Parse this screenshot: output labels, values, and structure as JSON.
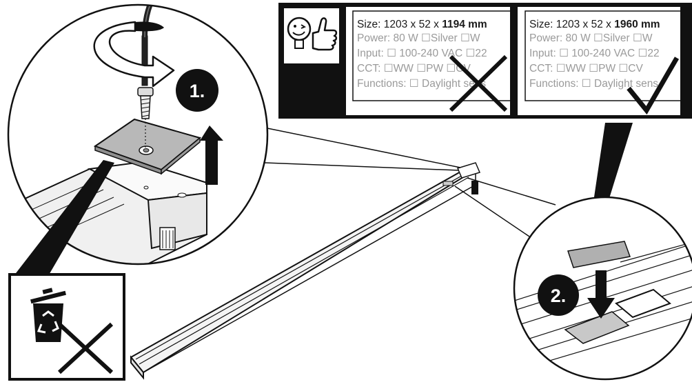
{
  "labels": {
    "wrong": {
      "size_prefix": "Size: 1203 x 52 x ",
      "size_bold": "1194 mm",
      "lines": [
        "Power: 80 W   ☐Silver  ☐W",
        "Input: ☐  100-240 VAC ☐22",
        "CCT: ☐WW   ☐PW  ☐CV",
        "Functions: ☐ Daylight sens"
      ]
    },
    "right": {
      "size_prefix": "Size: 1203 x 52 x ",
      "size_bold": "1960 mm",
      "lines": [
        "Power: 80 W   ☐Silver  ☐W",
        "Input: ☐  100-240 VAC ☐22",
        "CCT: ☐WW   ☐PW   ☐CV",
        "Functions: ☐ Daylight sens"
      ]
    }
  },
  "steps": {
    "step1": "1.",
    "step2": "2."
  },
  "icons": {
    "happy_thumbs_up": "idea-bulb-thumbs-up-icon",
    "wrong_mark": "cross-mark-icon",
    "right_mark": "check-mark-icon",
    "recycle_bin": "recycle-bin-icon",
    "bin_cross": "bin-cross-icon",
    "screw": "screw-icon",
    "rotate": "rotate-arrow-icon",
    "lift": "up-arrow-icon",
    "place": "down-arrow-icon"
  },
  "colors": {
    "ink": "#111111",
    "label_text_dim": "#9a9a9a",
    "plate_fill": "#b5b5b5",
    "profile_fill": "#f2f2f2"
  }
}
